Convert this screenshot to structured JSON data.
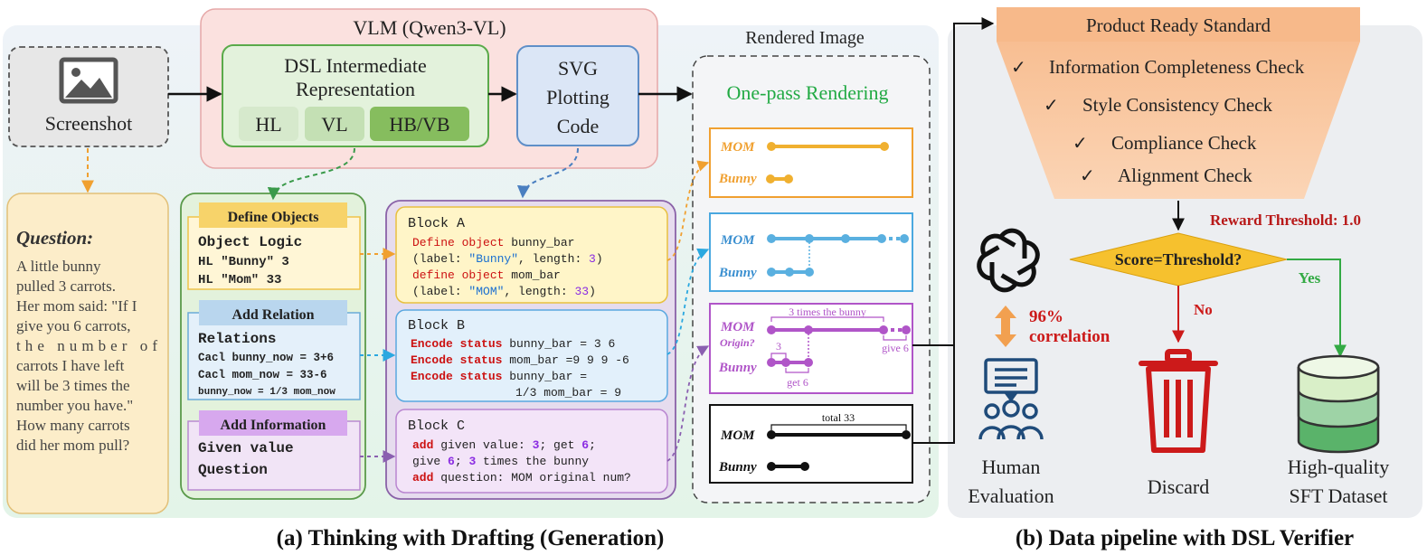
{
  "vlm": {
    "title": "VLM (Qwen3-VL)",
    "dsl_title_1": "DSL Intermediate",
    "dsl_title_2": "Representation",
    "chips": [
      "HL",
      "VL",
      "HB/VB"
    ],
    "svg_1": "SVG",
    "svg_2": "Plotting",
    "svg_3": "Code"
  },
  "screenshot_label": "Screenshot",
  "question": {
    "heading": "Question:",
    "lines": [
      "A little bunny",
      "pulled 3 carrots.",
      "Her mom said: \"If I",
      "give you 6 carrots,",
      "the number of",
      "carrots I have left",
      "will be 3 times the",
      "number you have.\"",
      "How many carrots",
      "did her mom pull?"
    ]
  },
  "define_objects": {
    "tab": "Define Objects",
    "title": "Object Logic",
    "lines": [
      "HL \"Bunny\" 3",
      "HL \"Mom\" 33"
    ]
  },
  "add_relation": {
    "tab": "Add Relation",
    "title": "Relations",
    "lines": [
      "Cacl bunny_now = 3+6",
      "Cacl mom_now = 33-6",
      "bunny_now = 1/3 mom_now"
    ]
  },
  "add_information": {
    "tab": "Add Information",
    "lines": [
      "Given value",
      "Question"
    ]
  },
  "block_a": {
    "title": "Block A",
    "l1_kw": "Define object",
    "l1_rest": " bunny_bar",
    "l2_a": "(label: ",
    "l2_str": "\"Bunny\"",
    "l2_b": ", length: ",
    "l2_num": "3",
    "l2_c": ")",
    "l3_kw": "define object",
    "l3_rest": " mom_bar",
    "l4_a": "(label: ",
    "l4_str": "\"MOM\"",
    "l4_b": ", length: ",
    "l4_num": "33",
    "l4_c": ")"
  },
  "block_b": {
    "title": "Block B",
    "l1_kw": "Encode status",
    "l1_rest": " bunny_bar = 3 6",
    "l2_kw": "Encode status",
    "l2_rest": " mom_bar =9 9 9 -6",
    "l3_kw": "Encode status",
    "l3_rest": " bunny_bar =",
    "l4": "1/3 mom_bar = 9"
  },
  "block_c": {
    "title": "Block C",
    "l1_kw": "add",
    "l1_a": " given value: ",
    "l1_n1": "3",
    "l1_b": "; get ",
    "l1_n2": "6",
    "l1_c": ";",
    "l2_a": "give ",
    "l2_n1": "6",
    "l2_b": "; ",
    "l2_n2": "3",
    "l2_c": " times the bunny",
    "l3_kw": "add",
    "l3_rest": " question: MOM original num?"
  },
  "rendered": {
    "title": "Rendered Image",
    "subtitle": "One-pass Rendering",
    "mom": "MOM",
    "bunny": "Bunny",
    "origin": "Origin?",
    "three_times": "3 times the bunny",
    "give6": "give 6",
    "num3": "3",
    "get6": "get 6",
    "total": "total 33"
  },
  "pipeline": {
    "standard_title": "Product Ready Standard",
    "checks": [
      "Information Completeness Check",
      "Style Consistency Check",
      "Compliance Check",
      "Alignment Check"
    ],
    "check_mark": "✓",
    "reward": "Reward Threshold: 1.0",
    "decision": "Score=Threshold?",
    "yes": "Yes",
    "no": "No",
    "corr_1": "96%",
    "corr_2": "correlation",
    "human_1": "Human",
    "human_2": "Evaluation",
    "discard": "Discard",
    "sft_1": "High-quality",
    "sft_2": "SFT Dataset"
  },
  "captions": {
    "left": "(a) Thinking with Drafting (Generation)",
    "right": "(b) Data pipeline with DSL Verifier"
  },
  "colors": {
    "orange": "#f0a030",
    "blue": "#4aa8e0",
    "purple": "#b055c8",
    "keyword": "#cc1111",
    "string": "#1a6fd0",
    "number": "#8a2be2",
    "green": "#33aa44"
  }
}
